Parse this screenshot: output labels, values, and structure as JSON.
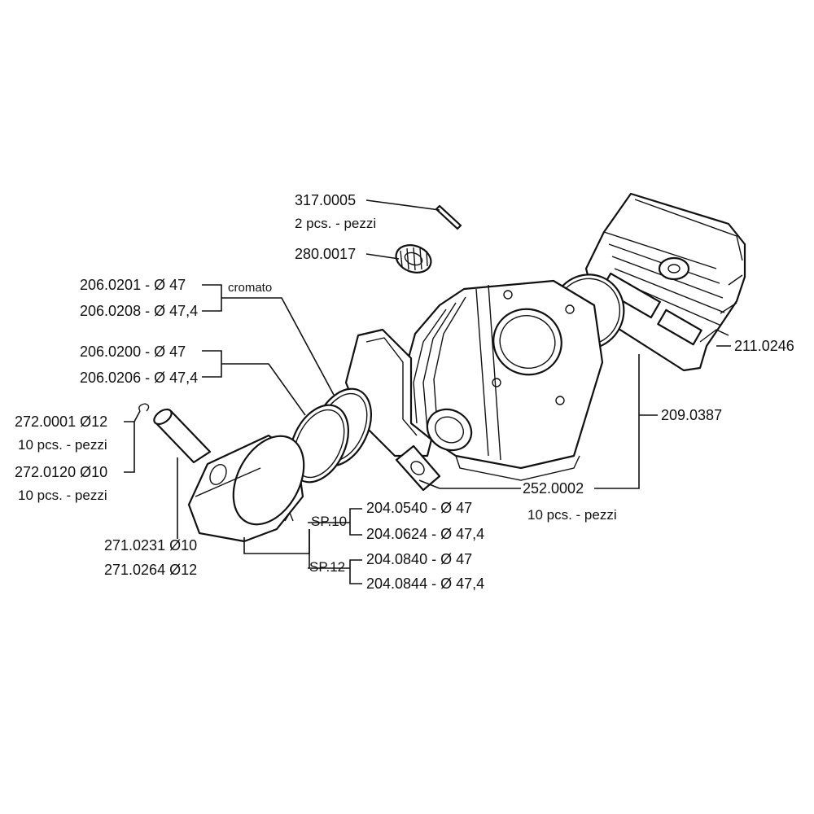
{
  "labels": {
    "pin_317": "317.0005",
    "pin_317_qty": "2 pcs. - pezzi",
    "bearing_280": "280.0017",
    "ring_cromato_1": "206.0201 - Ø 47",
    "ring_cromato_2": "206.0208 - Ø 47,4",
    "cromato_note": "cromato",
    "ring_1": "206.0200 - Ø 47",
    "ring_2": "206.0206 - Ø 47,4",
    "clip_272_a": "272.0001 Ø12",
    "clip_272_a_qty": "10 pcs. - pezzi",
    "clip_272_b": "272.0120 Ø10",
    "clip_272_b_qty": "10 pcs. - pezzi",
    "pin_271_a": "271.0231 Ø10",
    "pin_271_b": "271.0264 Ø12",
    "sp10": "SP.10",
    "sp12": "SP.12",
    "piston_1": "204.0540 - Ø 47",
    "piston_2": "204.0624 - Ø 47,4",
    "piston_3": "204.0840 - Ø 47",
    "piston_4": "204.0844 - Ø 47,4",
    "head_211": "211.0246",
    "gasket_209": "209.0387",
    "gasket_252": "252.0002",
    "gasket_252_qty": "10 pcs. - pezzi"
  }
}
